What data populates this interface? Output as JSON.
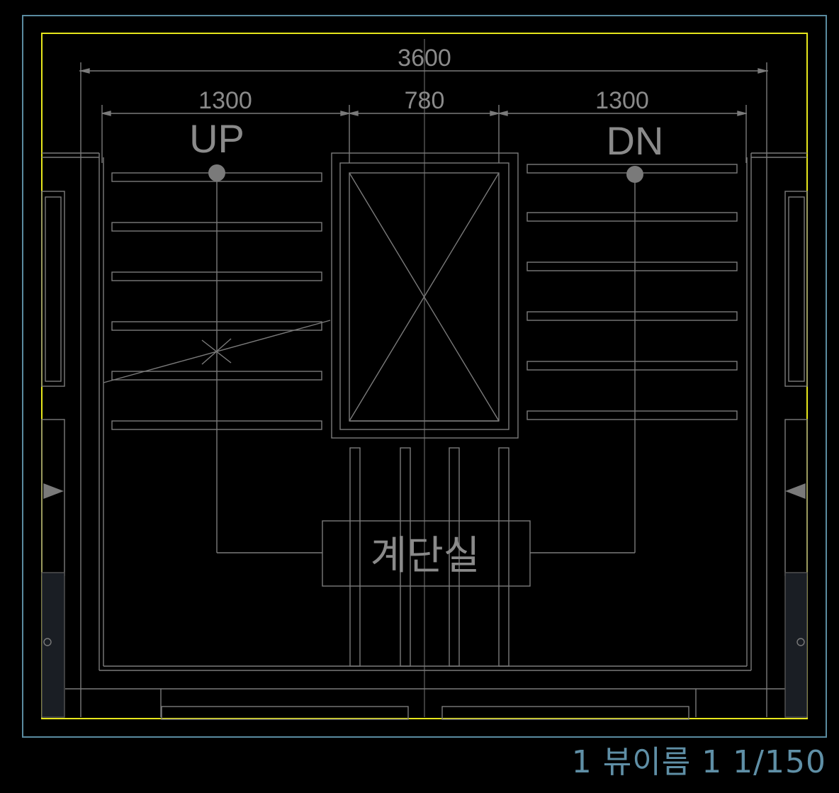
{
  "colors": {
    "background": "#000000",
    "frame": "#5a8ba0",
    "viewport_border": "#e6e61c",
    "linework": "#7c7c7c",
    "text": "#8a8a8a",
    "title": "#5f8fa6"
  },
  "dimensions": {
    "overall": "3600",
    "left": "1300",
    "middle": "780",
    "right": "1300"
  },
  "stairs": {
    "up_label": "UP",
    "down_label": "DN"
  },
  "room": {
    "name": "계단실"
  },
  "view": {
    "title": "1 뷰이름 1 1/150"
  }
}
